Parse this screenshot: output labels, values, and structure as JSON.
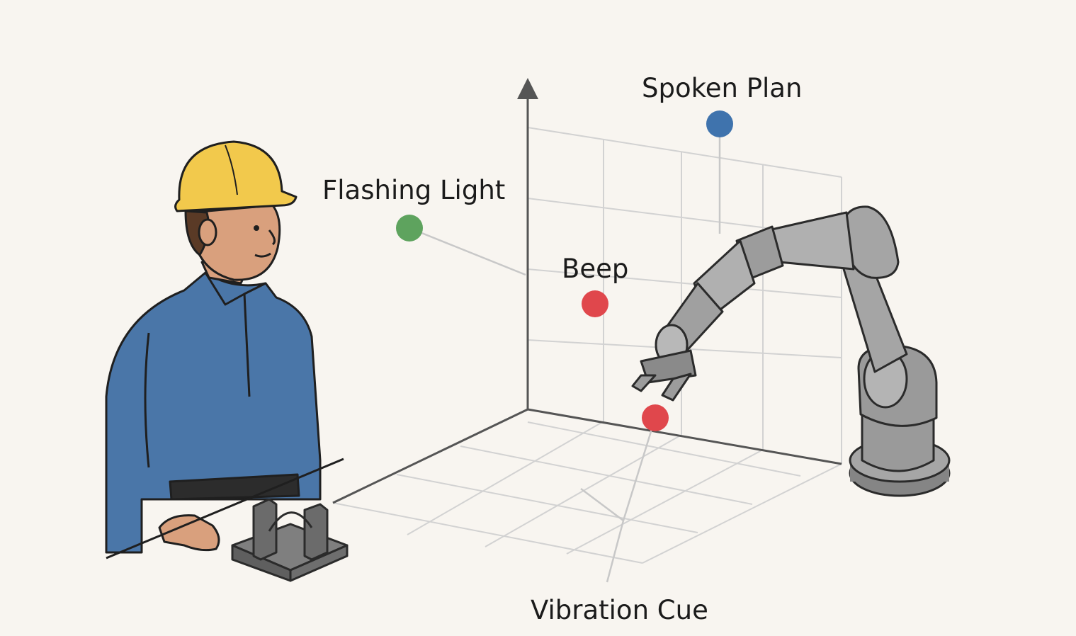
{
  "diagram": {
    "labels": {
      "spoken_plan": "Spoken Plan",
      "flashing_light": "Flashing Light",
      "beep": "Beep",
      "vibration_cue": "Vibration Cue"
    },
    "colors": {
      "background": "#f8f5f0",
      "spoken_plan": "#3f73ad",
      "flashing_light": "#5ea35e",
      "beep": "#e0474c",
      "vibration_cue": "#e0474c",
      "shirt": "#4a76a8",
      "hard_hat": "#f2c94c",
      "robot_gray": "#9a9a9a",
      "grid": "#d2d2d2",
      "axis": "#555555"
    }
  }
}
